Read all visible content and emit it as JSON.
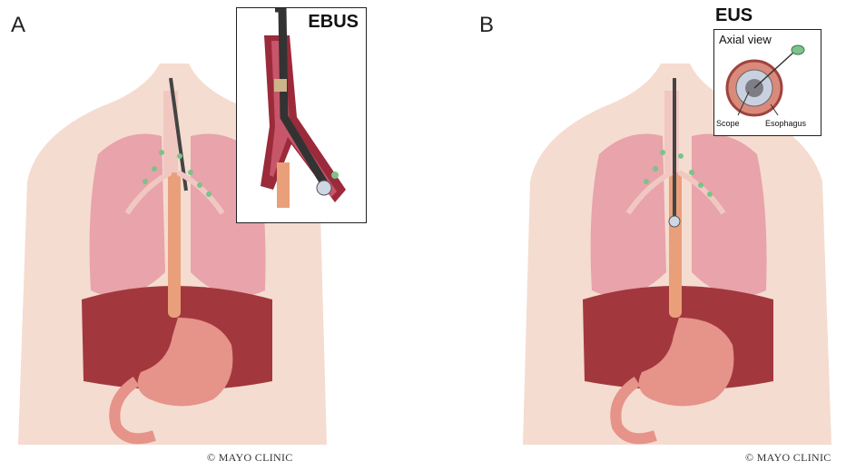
{
  "panels": [
    {
      "letter": "A",
      "inset_title": "EBUS",
      "copyright": "© MAYO CLINIC"
    },
    {
      "letter": "B",
      "inset_title": "EUS",
      "axial_title": "Axial view",
      "scope_label": "Scope",
      "esophagus_label": "Esophagus",
      "copyright": "© MAYO CLINIC"
    }
  ],
  "colors": {
    "skin": "#f5dcd0",
    "lung": "#e8a3ab",
    "esophagus": "#e9a07a",
    "stomach": "#e6938a",
    "liver": "#a2383d",
    "lymph_node": "#7cc28a",
    "scope": "#444444"
  }
}
